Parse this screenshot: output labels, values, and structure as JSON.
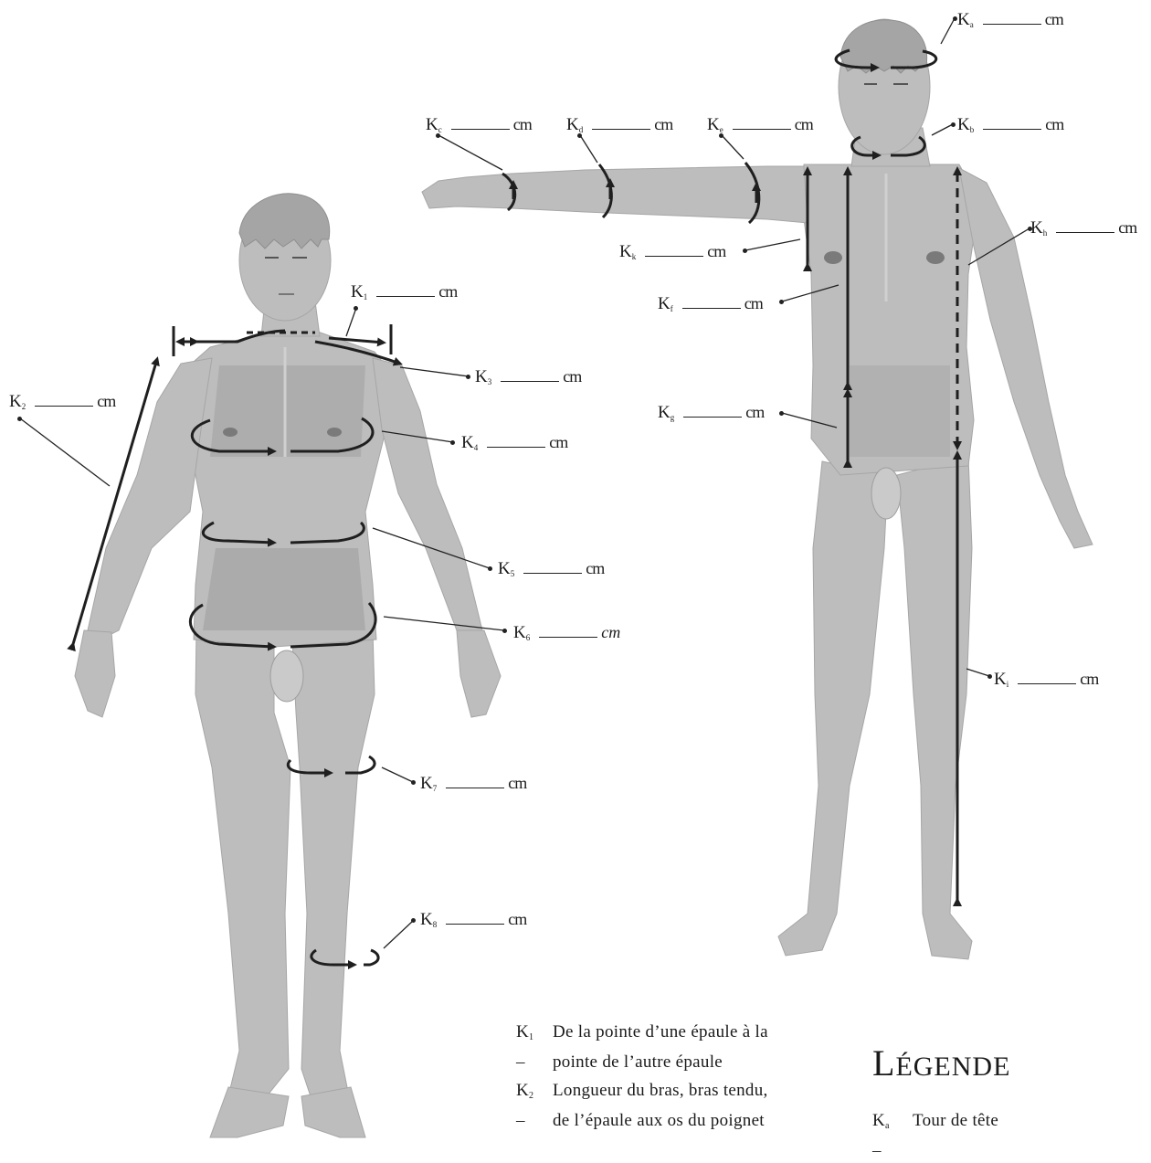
{
  "labels": {
    "front": [
      {
        "id": "K1",
        "letter": "K",
        "sub": "1",
        "unit": "cm"
      },
      {
        "id": "K2",
        "letter": "K",
        "sub": "2",
        "unit": "cm"
      },
      {
        "id": "K3",
        "letter": "K",
        "sub": "3",
        "unit": "cm"
      },
      {
        "id": "K4",
        "letter": "K",
        "sub": "4",
        "unit": "cm"
      },
      {
        "id": "K5",
        "letter": "K",
        "sub": "5",
        "unit": "cm"
      },
      {
        "id": "K6",
        "letter": "K",
        "sub": "6",
        "unit": "cm"
      },
      {
        "id": "K7",
        "letter": "K",
        "sub": "7",
        "unit": "cm"
      },
      {
        "id": "K8",
        "letter": "K",
        "sub": "8",
        "unit": "cm"
      }
    ],
    "side": [
      {
        "id": "Ka",
        "letter": "K",
        "sub": "a",
        "unit": "cm"
      },
      {
        "id": "Kb",
        "letter": "K",
        "sub": "b",
        "unit": "cm"
      },
      {
        "id": "Kc",
        "letter": "K",
        "sub": "c",
        "unit": "cm"
      },
      {
        "id": "Kd",
        "letter": "K",
        "sub": "d",
        "unit": "cm"
      },
      {
        "id": "Ke",
        "letter": "K",
        "sub": "e",
        "unit": "cm"
      },
      {
        "id": "Kh",
        "letter": "K",
        "sub": "h",
        "unit": "cm"
      },
      {
        "id": "Kk",
        "letter": "K",
        "sub": "k",
        "unit": "cm"
      },
      {
        "id": "Kf",
        "letter": "K",
        "sub": "f",
        "unit": "cm"
      },
      {
        "id": "Kg",
        "letter": "K",
        "sub": "g",
        "unit": "cm"
      },
      {
        "id": "Ki",
        "letter": "K",
        "sub": "i",
        "unit": "cm"
      }
    ]
  },
  "legend": {
    "title_first": "L",
    "title_rest": "ÉGENDE",
    "numbered": [
      {
        "letter": "K",
        "sub": "1",
        "dash": "–",
        "line1": "De la pointe d’une épaule à la",
        "line2": "pointe de l’autre épaule"
      },
      {
        "letter": "K",
        "sub": "2",
        "dash": "–",
        "line1": "Longueur du bras, bras tendu,",
        "line2": "de l’épaule aux os du poignet"
      }
    ],
    "lettered": [
      {
        "letter": "K",
        "sub": "a",
        "dash": "–",
        "text": "Tour de tête"
      }
    ]
  },
  "colors": {
    "skin": "#b9b9b9",
    "skin_shade": "#9a9a9a",
    "skin_light": "#d6d6d6",
    "hair": "#a8a8a8",
    "arrow": "#1f1f1f"
  }
}
